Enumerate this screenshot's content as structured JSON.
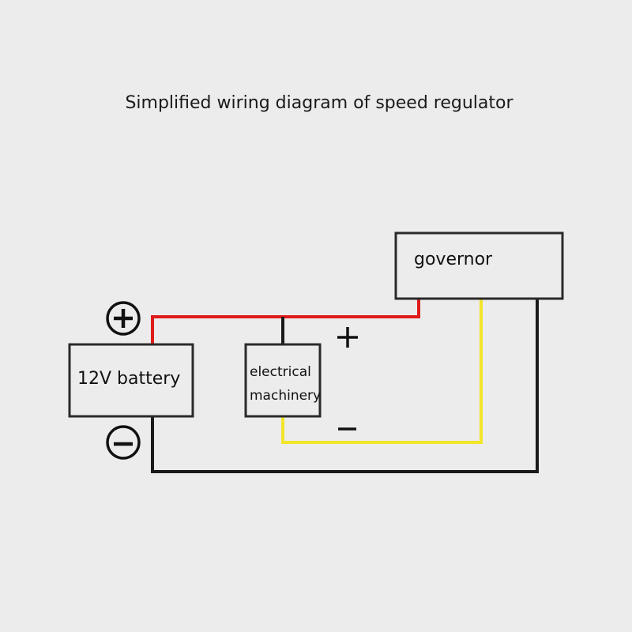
{
  "title": "Simplified wiring diagram of speed regulator",
  "components": {
    "battery": {
      "label": "12V battery"
    },
    "motor": {
      "label_line1": "electrical",
      "label_line2": "machinery"
    },
    "governor": {
      "label": "governor"
    }
  },
  "symbols": {
    "battery_positive": "+",
    "battery_negative": "−",
    "motor_positive": "+",
    "motor_negative": "−"
  },
  "colors": {
    "background": "#ececec",
    "positive_wire": "#e01b1b",
    "signal_wire": "#f2e52a",
    "ground_wire": "#1a1a1a",
    "box_stroke": "#2a2a2a"
  }
}
